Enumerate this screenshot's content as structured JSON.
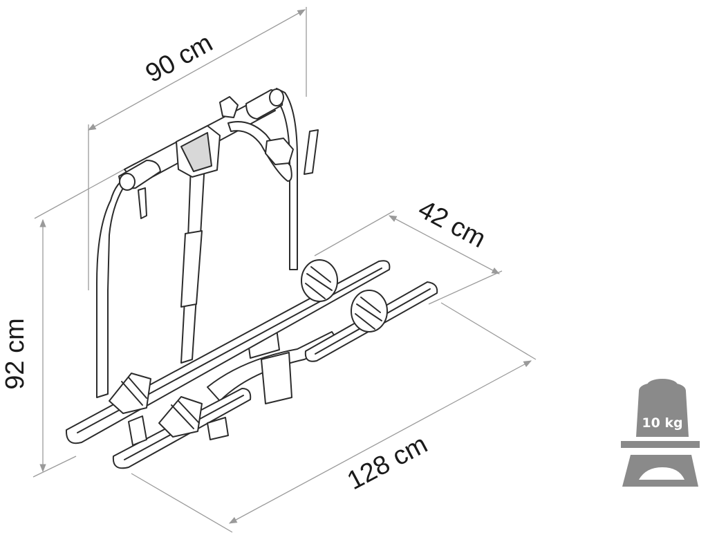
{
  "dimensions": {
    "width": "90 cm",
    "height": "92 cm",
    "depth": "42 cm",
    "length": "128 cm"
  },
  "weight": {
    "label": "10 kg",
    "icon": "weight-scale-icon"
  },
  "colors": {
    "line": "#2b2b2b",
    "dimension_line": "#9a9a9a",
    "weight_icon": "#8a8a8a"
  }
}
